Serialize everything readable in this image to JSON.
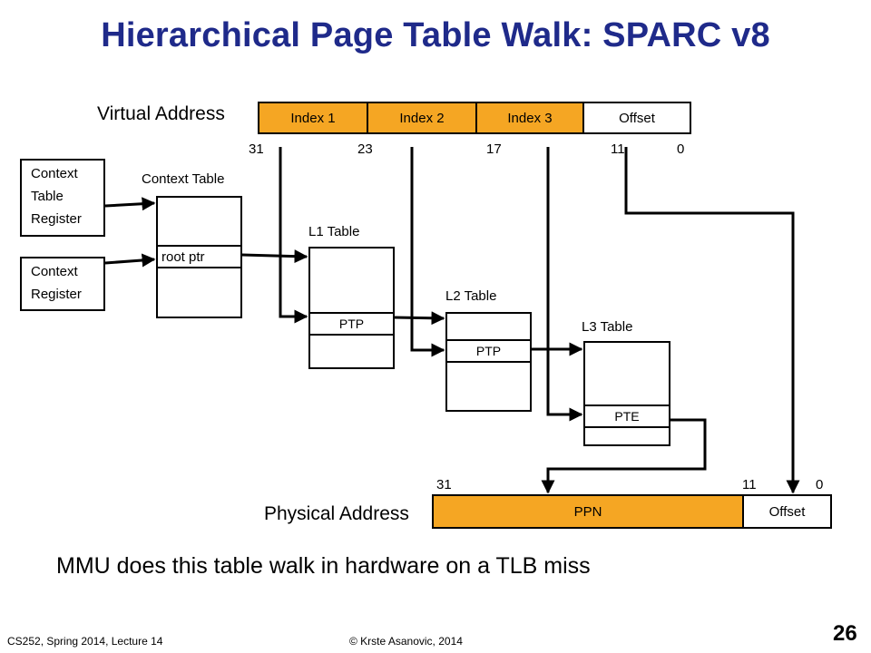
{
  "title": "Hierarchical Page Table Walk: SPARC v8",
  "virtual_address": {
    "label": "Virtual Address",
    "fields": [
      "Index 1",
      "Index 2",
      "Index 3",
      "Offset"
    ],
    "bits": [
      "31",
      "23",
      "17",
      "11",
      "0"
    ]
  },
  "context_table_register": {
    "lines": [
      "Context",
      "Table",
      "Register"
    ]
  },
  "context_register": {
    "lines": [
      "Context",
      "Register"
    ]
  },
  "context_table": {
    "title": "Context Table",
    "entry": "root ptr"
  },
  "l1_table": {
    "title": "L1 Table",
    "entry": "PTP"
  },
  "l2_table": {
    "title": "L2 Table",
    "entry": "PTP"
  },
  "l3_table": {
    "title": "L3 Table",
    "entry": "PTE"
  },
  "physical_address": {
    "label": "Physical Address",
    "fields": [
      "PPN",
      "Offset"
    ],
    "bits": [
      "31",
      "11",
      "0"
    ]
  },
  "caption": "MMU does this table walk in hardware on a TLB miss",
  "footer": {
    "course": "CS252, Spring 2014, Lecture 14",
    "copyright": "© Krste Asanovic, 2014",
    "page": "26"
  },
  "colors": {
    "title": "#1f2a8a",
    "field_fill": "#f5a623"
  }
}
